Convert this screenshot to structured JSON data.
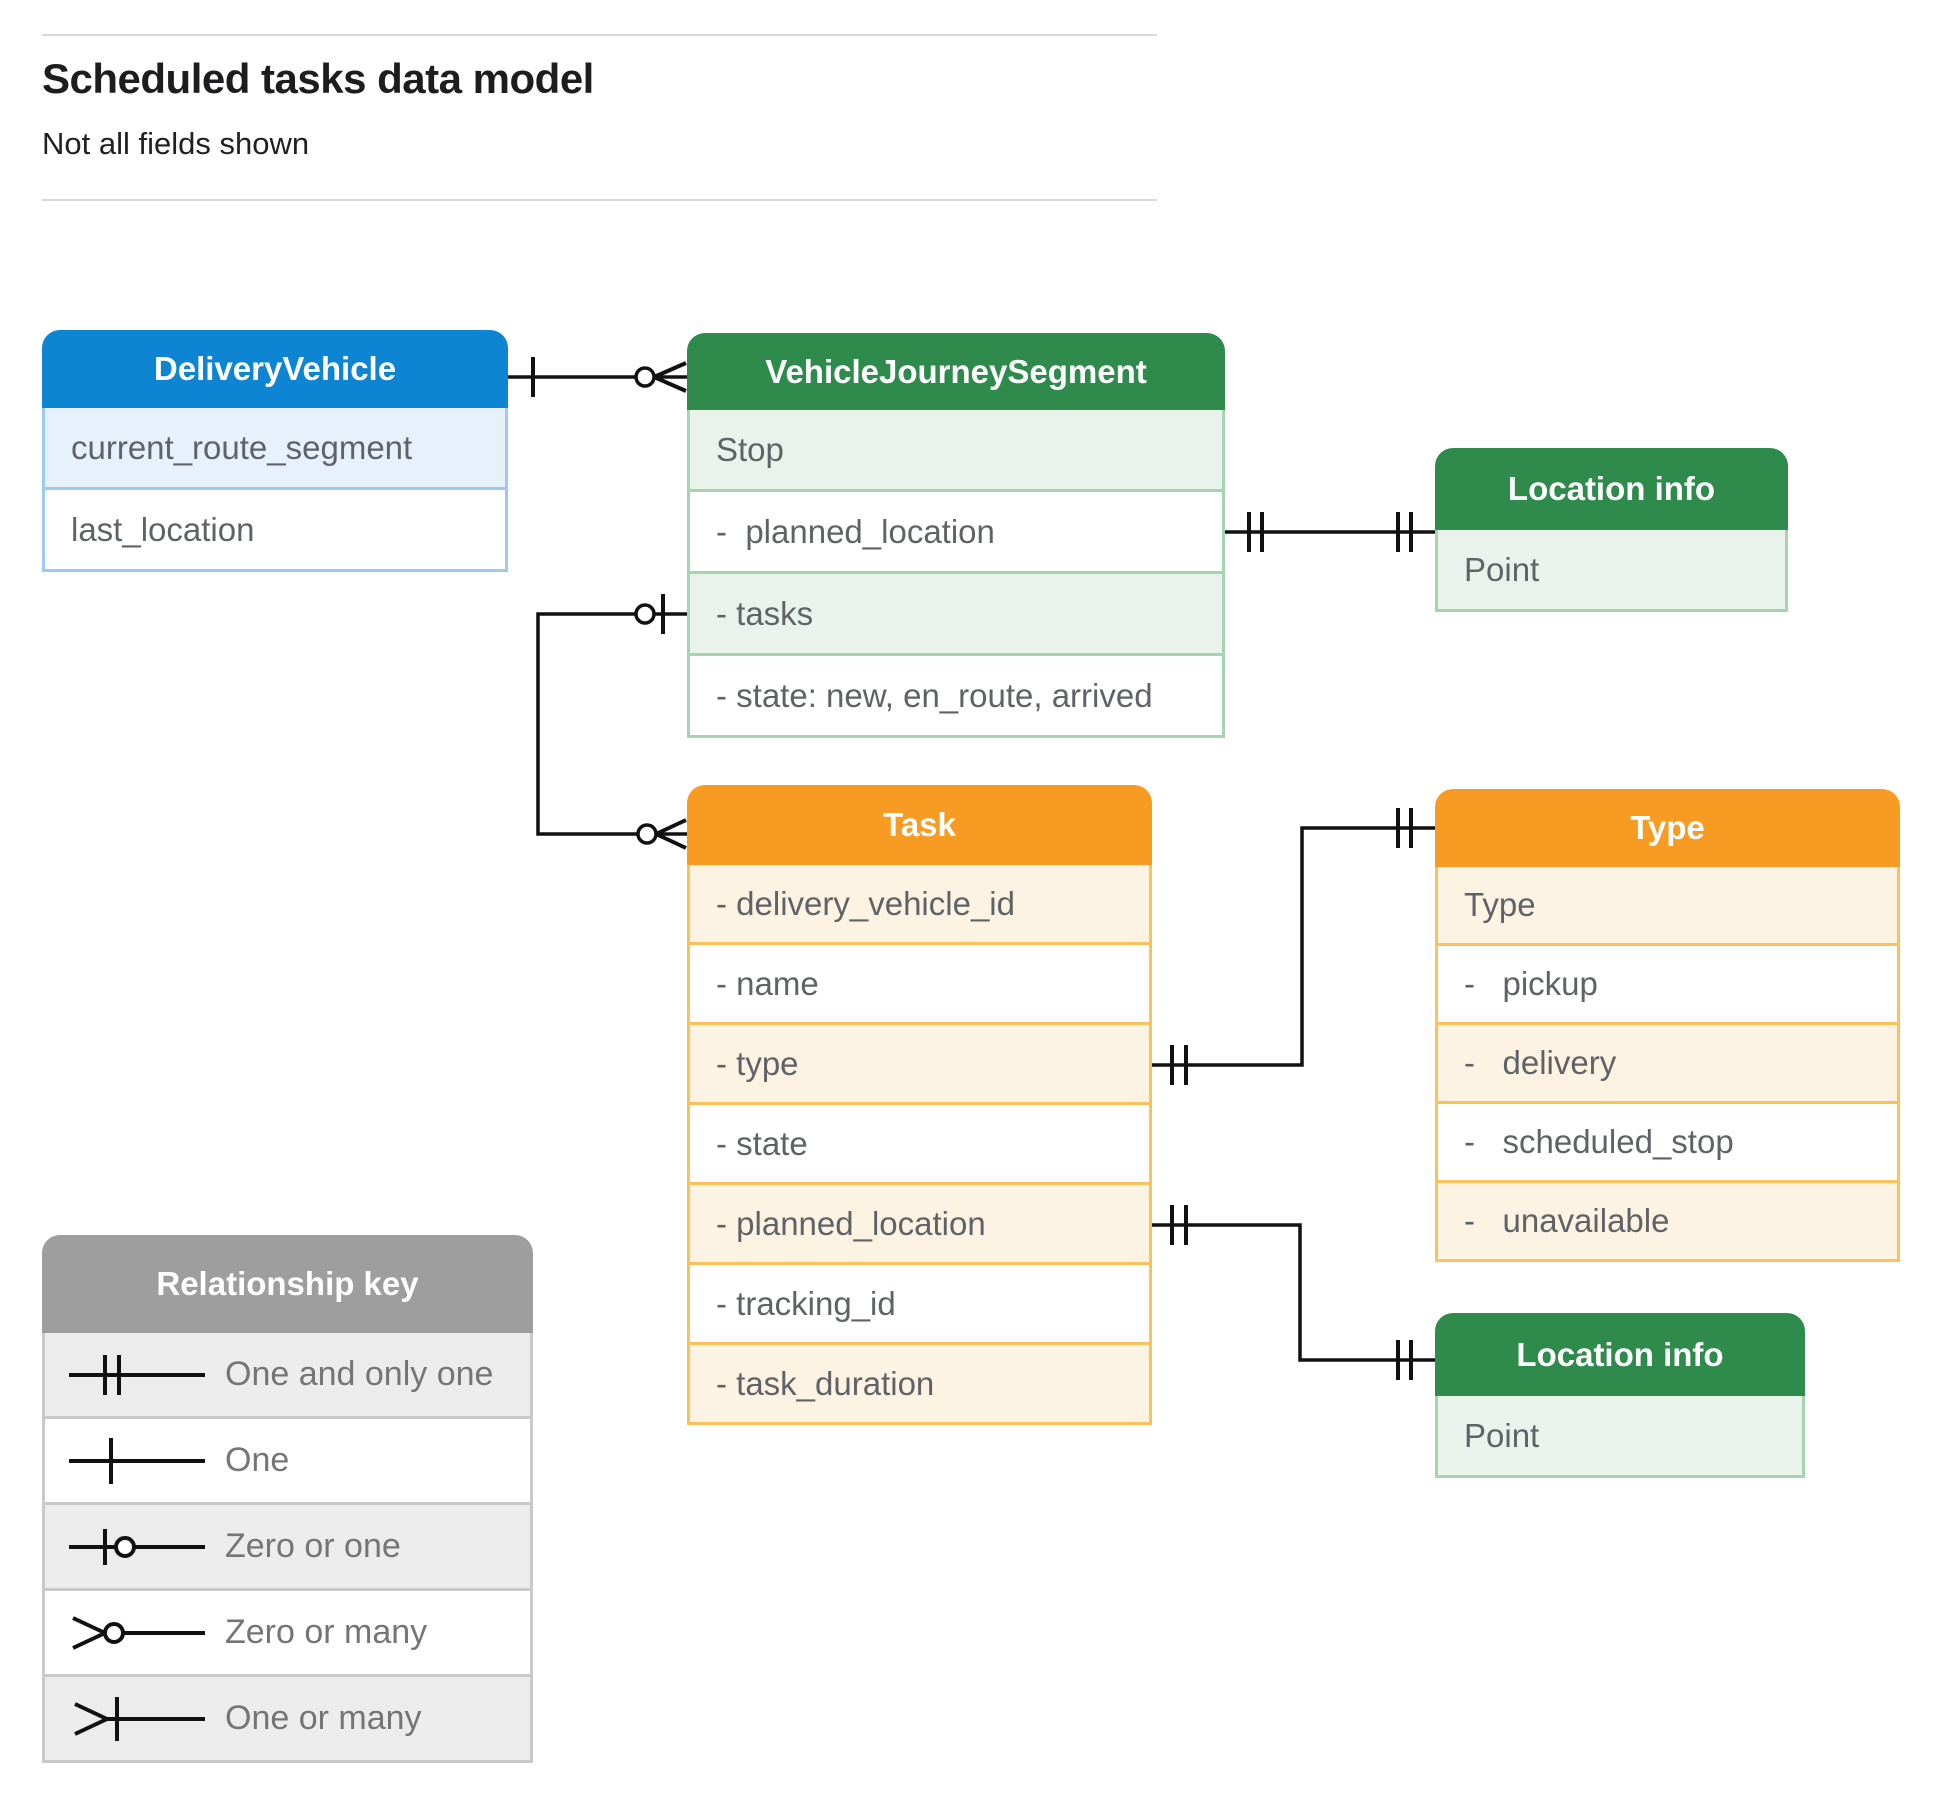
{
  "page": {
    "title": "Scheduled tasks data model",
    "subtitle": "Not all fields shown"
  },
  "entities": [
    {
      "title": "DeliveryVehicle",
      "rows": [
        "current_route_segment",
        "last_location"
      ]
    },
    {
      "title": "VehicleJourneySegment",
      "rows": [
        "Stop",
        "-  planned_location",
        "- tasks",
        "- state: new, en_route, arrived"
      ]
    },
    {
      "title": "Location info",
      "rows": [
        "Point"
      ]
    },
    {
      "title": "Task",
      "rows": [
        "- delivery_vehicle_id",
        "- name",
        "- type",
        "- state",
        "- planned_location",
        "- tracking_id",
        "- task_duration"
      ]
    },
    {
      "title": "Type",
      "rows": [
        "Type",
        "-   pickup",
        "-   delivery",
        "-   scheduled_stop",
        "-   unavailable"
      ]
    },
    {
      "title": "Location info",
      "rows": [
        "Point"
      ]
    }
  ],
  "legend": {
    "title": "Relationship key",
    "items": [
      {
        "symbol": "one-and-only-one",
        "label": "One and only one"
      },
      {
        "symbol": "one",
        "label": "One"
      },
      {
        "symbol": "zero-or-one",
        "label": "Zero or one"
      },
      {
        "symbol": "zero-or-many",
        "label": "Zero or many"
      },
      {
        "symbol": "one-or-many",
        "label": "One or many"
      }
    ]
  },
  "relationships": [
    {
      "from": "DeliveryVehicle",
      "from_cardinality": "one",
      "to": "VehicleJourneySegment",
      "to_cardinality": "zero-or-many"
    },
    {
      "from": "VehicleJourneySegment.tasks",
      "from_cardinality": "zero-or-one",
      "to": "Task",
      "to_cardinality": "zero-or-many"
    },
    {
      "from": "VehicleJourneySegment.planned_location",
      "from_cardinality": "one-and-only-one",
      "to": "Location info",
      "to_cardinality": "one-and-only-one"
    },
    {
      "from": "Task.type",
      "from_cardinality": "one-and-only-one",
      "to": "Type",
      "to_cardinality": "one-and-only-one"
    },
    {
      "from": "Task.planned_location",
      "from_cardinality": "one-and-only-one",
      "to": "Location info",
      "to_cardinality": "one-and-only-one"
    }
  ],
  "colors": {
    "blue_header": "#0d85d3",
    "blue_row": "#e7f1fc",
    "blue_border": "#9ccaf1",
    "green_header": "#2e8b4c",
    "green_row": "#e9f3ec",
    "green_border": "#a6d3b0",
    "orange_header": "#f79b22",
    "orange_row": "#fdf3e3",
    "orange_border": "#f9c25b",
    "gray_header": "#9e9e9e",
    "gray_row": "#ececec",
    "gray_border": "#c9c9c9",
    "connector_line": "#111111",
    "title_text": "#1d1d1f",
    "field_text": "#5f6368"
  }
}
